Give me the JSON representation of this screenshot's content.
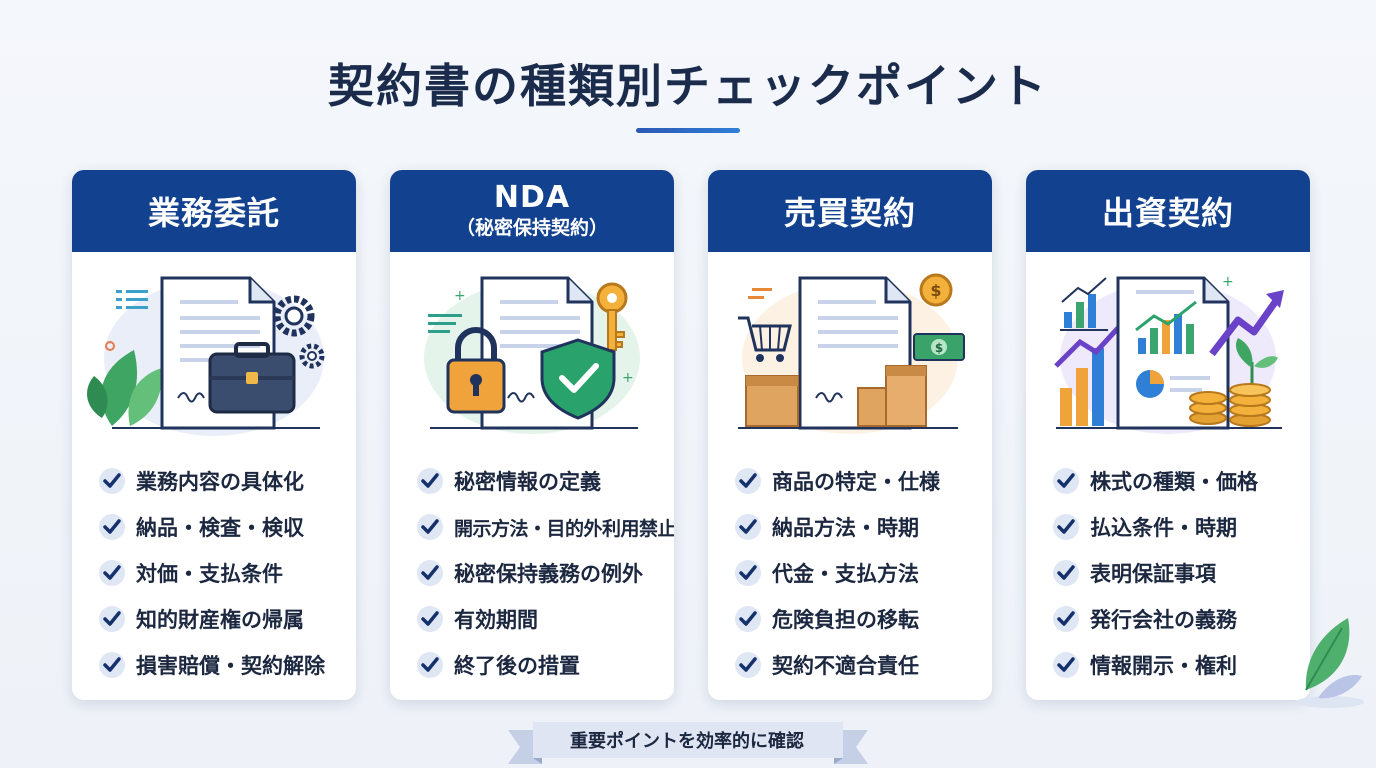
{
  "title": "契約書の種類別チェックポイント",
  "cards": [
    {
      "title": "業務委託",
      "subtitle": "",
      "illustration": "document-briefcase-gears-icon",
      "items": [
        "業務内容の具体化",
        "納品・検査・検収",
        "対価・支払条件",
        "知的財産権の帰属",
        "損害賠償・契約解除"
      ]
    },
    {
      "title": "NDA",
      "subtitle": "（秘密保持契約）",
      "illustration": "document-lock-key-shield-icon",
      "items": [
        "秘密情報の定義",
        "開示方法・目的外利用禁止",
        "秘密保持義務の例外",
        "有効期間",
        "終了後の措置"
      ]
    },
    {
      "title": "売買契約",
      "subtitle": "",
      "illustration": "document-cart-boxes-money-icon",
      "items": [
        "商品の特定・仕様",
        "納品方法・時期",
        "代金・支払方法",
        "危険負担の移転",
        "契約不適合責任"
      ]
    },
    {
      "title": "出資契約",
      "subtitle": "",
      "illustration": "document-growth-chart-coins-icon",
      "items": [
        "株式の種類・価格",
        "払込条件・時期",
        "表明保証事項",
        "発行会社の義務",
        "情報開示・権利"
      ]
    }
  ],
  "banner": "重要ポイントを効率的に確認",
  "colors": {
    "header": "#12418f",
    "title": "#1a2b4c",
    "check_circle": "#dfe6f4",
    "check_mark": "#15316b"
  }
}
